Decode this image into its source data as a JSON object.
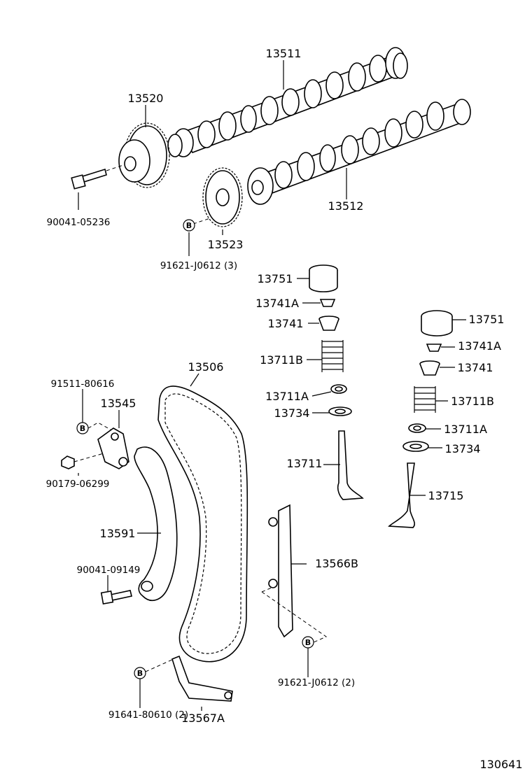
{
  "parts": {
    "camshaft_1": "13511",
    "camshaft_2": "13512",
    "cam_gear_1": "13520",
    "cam_gear_2": "13523",
    "bolt_1": "90041-05236",
    "bolt_1_qty_ref": "91621-J0612 (3)",
    "chain": "13506",
    "lifter_l": "13751",
    "lifter_r": "13751",
    "retainer_lock_l": "13741A",
    "retainer_lock_r": "13741A",
    "retainer_l": "13741",
    "retainer_r": "13741",
    "spring_l": "13711B",
    "spring_r": "13711B",
    "seal_l": "13711A",
    "seal_r": "13711A",
    "seat_l": "13734",
    "seat_r": "13734",
    "valve_in": "13711",
    "valve_ex": "13715",
    "bolt_tensioner": "91511-80616",
    "tensioner": "13545",
    "nut_tensioner": "90179-06299",
    "slipper": "13591",
    "bolt_slipper": "90041-09149",
    "damper": "13566B",
    "bolt_damper": "91621-J0612 (2)",
    "bolt_guide": "91641-80610 (2)",
    "guide": "13567A"
  },
  "callout_letter": "B",
  "figure_number": "130641"
}
